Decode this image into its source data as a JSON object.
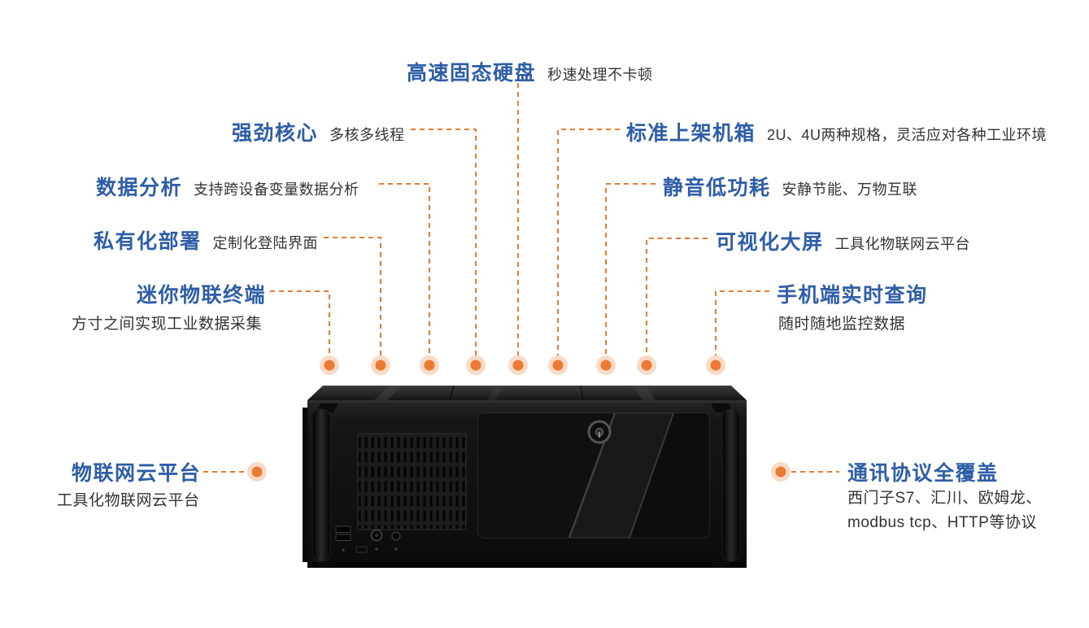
{
  "colors": {
    "title_blue": "#2e5ea7",
    "desc_dark": "#333333",
    "accent_orange": "#eb7a33"
  },
  "features": {
    "ssd": {
      "title": "高速固态硬盘",
      "desc": "秒速处理不卡顿"
    },
    "core": {
      "title": "强劲核心",
      "desc": "多核多线程"
    },
    "analysis": {
      "title": "数据分析",
      "desc": "支持跨设备变量数据分析"
    },
    "private_deploy": {
      "title": "私有化部署",
      "desc": "定制化登陆界面"
    },
    "mini_terminal": {
      "title": "迷你物联终端",
      "desc": "方寸之间实现工业数据采集"
    },
    "rack_chassis": {
      "title": "标准上架机箱",
      "desc": "2U、4U两种规格，灵活应对各种工业环境"
    },
    "silent": {
      "title": "静音低功耗",
      "desc": "安静节能、万物互联"
    },
    "big_screen": {
      "title": "可视化大屏",
      "desc": "工具化物联网云平台"
    },
    "mobile_query": {
      "title": "手机端实时查询",
      "desc": "随时随地监控数据"
    },
    "iot_cloud": {
      "title": "物联网云平台",
      "desc": "工具化物联网云平台"
    },
    "protocol": {
      "title": "通讯协议全覆盖",
      "desc_line1": "西门子S7、汇川、欧姆龙、",
      "desc_line2": "modbus tcp、HTTP等协议"
    }
  }
}
